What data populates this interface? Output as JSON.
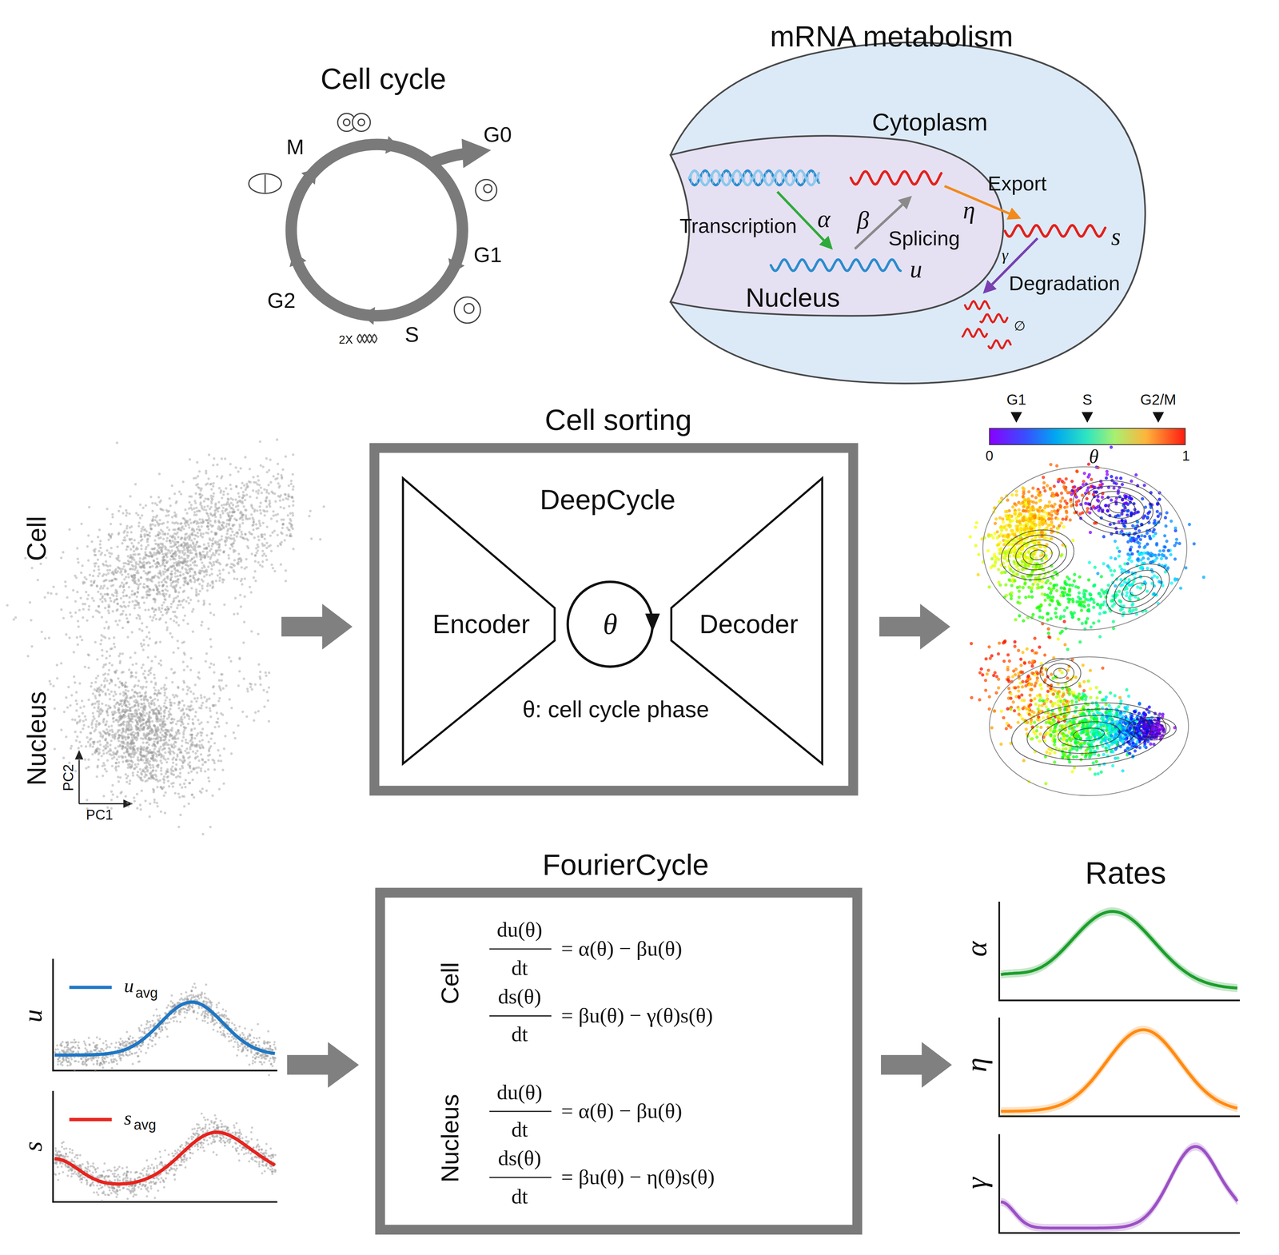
{
  "diagram": {
    "nodes": [
      {
        "text": [
          "mRNA metabolism",
          "Cytoplasm"
        ]
      },
      {
        "text": [
          "Nucleus"
        ],
        "in": 0
      },
      {
        "text": [
          "Cell sorting",
          "DeepCycle",
          "θ: cell cycle phase"
        ]
      },
      {
        "text": [
          "Encoder"
        ],
        "in": 2
      },
      {
        "text": [
          "θ"
        ],
        "in": 2
      },
      {
        "text": [
          "Decoder"
        ],
        "in": 2
      },
      {
        "text": [
          "FourierCycle",
          "Cell",
          "du(θ)",
          "dt",
          "= α(θ) − βu(θ)",
          "ds(θ)",
          "dt",
          "= βu(θ) − γ(θ)s(θ)",
          "Nucleus",
          "du(θ)",
          "dt",
          "= α(θ) − βu(θ)",
          "ds(θ)",
          "dt",
          "= βu(θ) − η(θ)s(θ)"
        ]
      }
    ],
    "labels": [
      "Cell cycle",
      "M",
      "G0",
      "G1",
      "G2",
      "2X",
      "S",
      "Transcription",
      "α",
      "β",
      "Splicing",
      "η",
      "Export",
      "u",
      "s",
      "γ",
      "Degradation",
      "∅",
      "Cell",
      "Nucleus",
      "PC2",
      "PC1",
      "G1",
      "S",
      "G2/M",
      "0",
      "θ",
      "1",
      "u",
      "u",
      "avg",
      "s",
      "s",
      "avg",
      "Rates",
      "α",
      "η",
      "γ"
    ]
  }
}
